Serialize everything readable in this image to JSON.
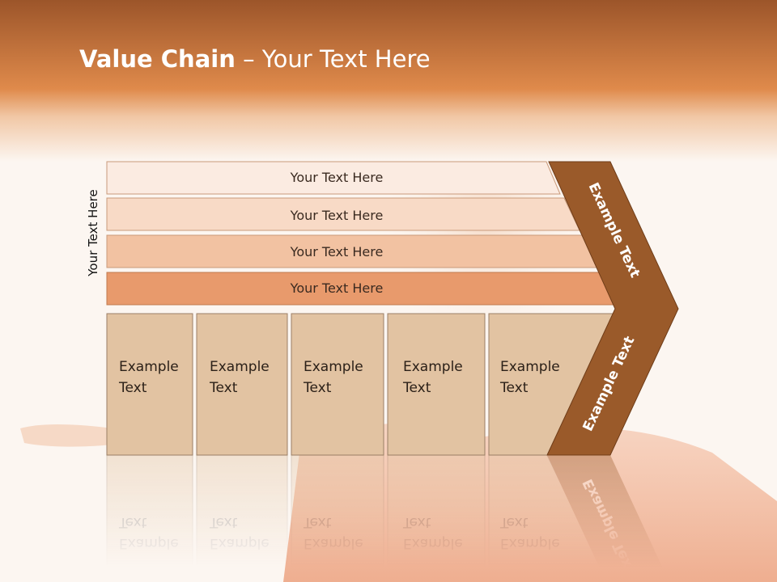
{
  "slide": {
    "title_bold": "Value Chain",
    "title_rest": " – Your Text Here",
    "side_label": "Your Text Here"
  },
  "bars": [
    {
      "label": "Your Text Here",
      "fill": "#fbebe1"
    },
    {
      "label": "Your Text Here",
      "fill": "#f8dac6"
    },
    {
      "label": "Your Text Here",
      "fill": "#f2c2a2"
    },
    {
      "label": "Your Text Here",
      "fill": "#e89a6c"
    }
  ],
  "boxes": [
    {
      "line1": "Example",
      "line2": "Text"
    },
    {
      "line1": "Example",
      "line2": "Text"
    },
    {
      "line1": "Example",
      "line2": "Text"
    },
    {
      "line1": "Example",
      "line2": "Text"
    },
    {
      "line1": "Example",
      "line2": "Text"
    }
  ],
  "chevron": {
    "upper_label": "Example Text",
    "lower_label": "Example Text",
    "fill": "#9a5a2a"
  },
  "colors": {
    "header_top": "#a0582a",
    "header_mid": "#e08a4a",
    "box_fill": "#e2c3a2",
    "box_stroke": "#9b7f66"
  }
}
